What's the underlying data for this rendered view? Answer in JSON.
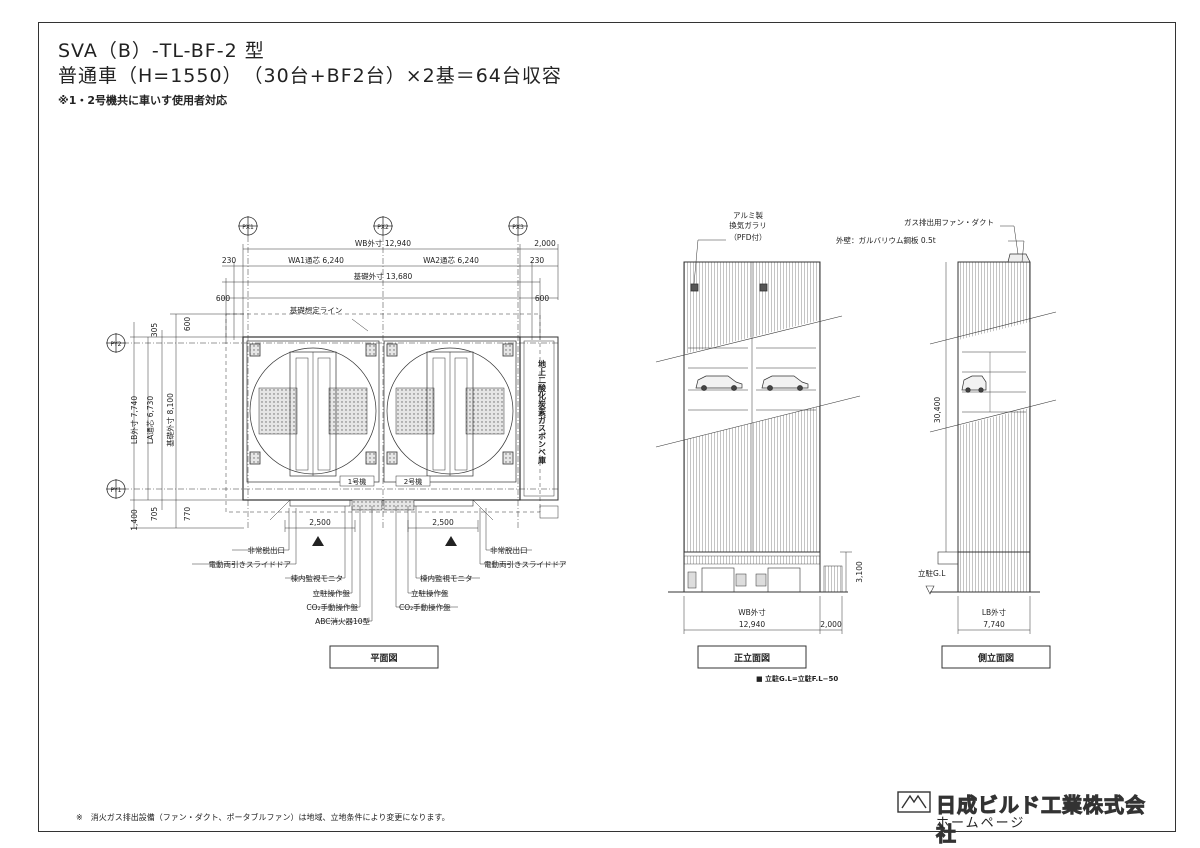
{
  "title": {
    "line1": "SVA（B）-TL-BF-2 型",
    "line2": "普通車（H=1550）　（30台+BF2台）×2基＝64台収容",
    "note": "※1・2号機共に車いす使用者対応"
  },
  "plan": {
    "grid_labels": [
      "PX1",
      "PX2",
      "PX3",
      "PY2",
      "PY1"
    ],
    "dims": {
      "wb_outer": "WB外寸 12,940",
      "right_offset": "2,000",
      "wa1": "WA1通芯 6,240",
      "wa2": "WA2通芯 6,240",
      "margin_230_left": "230",
      "margin_230_right": "230",
      "foundation_outer": "基礎外寸 13,680",
      "margin_600_left": "600",
      "margin_600_right": "600",
      "margin_600_top": "600",
      "lb_outer": "LB外寸 7,740",
      "la_center": "LA通芯 6,730",
      "foundation_depth": "基礎外寸 8,100",
      "top_305": "305",
      "bottom_705": "705",
      "bottom_1400": "1,400",
      "bottom_770": "770",
      "door_left": "2,500",
      "door_right": "2,500"
    },
    "foundation_line_label": "基礎想定ライン",
    "unit1_label": "1号機",
    "unit2_label": "2号機",
    "co2_room_label": "地上二酸化炭素ガスボンベ庫",
    "callouts_left": [
      "非常脱出口",
      "電動両引きスライドドア",
      "棟内監視モニタ",
      "立駐操作盤",
      "CO₂手動操作盤",
      "ABC消火器10型"
    ],
    "callouts_right": [
      "非常脱出口",
      "電動両引きスライドドア",
      "棟内監視モニタ",
      "立駐操作盤",
      "CO₂手動操作盤"
    ],
    "view_label": "平面図"
  },
  "front": {
    "louver_label_1": "アルミ製",
    "louver_label_2": "換気ガラリ",
    "louver_label_3": "（PFD付）",
    "height_dim": "3,100",
    "wb_label": "WB外寸",
    "wb_value": "12,940",
    "right_offset": "2,000",
    "view_label": "正立面図",
    "gl_note": "■ 立駐G.L=立駐F.L−50"
  },
  "side": {
    "fan_label": "ガス排出用ファン・ダクト",
    "wall_label": "外壁：ガルバリウム鋼板 0.5t",
    "height_total": "30,400",
    "gl_label": "立駐G.L",
    "lb_label": "LB外寸",
    "lb_value": "7,740",
    "view_label": "側立面図"
  },
  "footer": {
    "footnote": "※　消火ガス排出設備（ファン・ダクト、ポータブルファン）は地域、立地条件により変更になります。",
    "company": "日成ビルド工業株式会社",
    "homepage": "ホームページ"
  }
}
